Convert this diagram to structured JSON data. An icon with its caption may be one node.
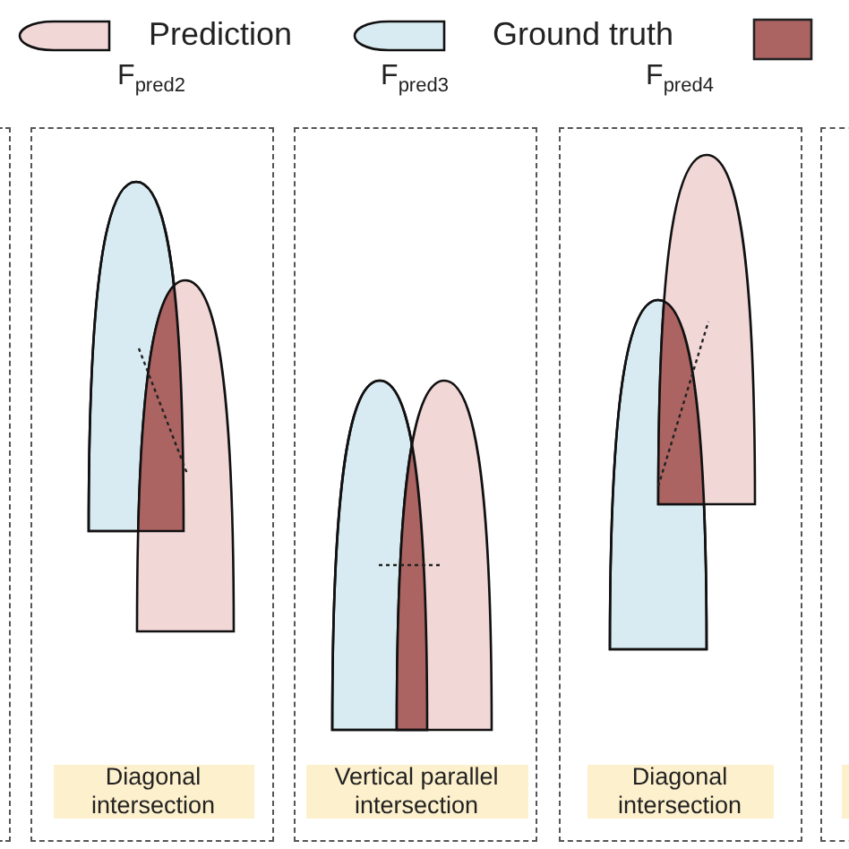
{
  "diagram": {
    "nodes": [
      {
        "text": [],
        "shape": "box"
      },
      {
        "text": [
          "F$_{pred2}$"
        ]
      },
      {
        "text": [
          "Diagonal intersection"
        ],
        "in": 1
      },
      {
        "text": [
          "F$_{pred3}$"
        ]
      },
      {
        "text": [
          "Vertical parallel intersection"
        ],
        "in": 3
      },
      {
        "text": [
          "F$_{pred4}$"
        ]
      },
      {
        "text": [
          "Diagonal intersection"
        ],
        "in": 5
      },
      {
        "text": [],
        "shape": "box"
      },
      {
        "text": [],
        "shape": "box",
        "in": 7
      }
    ],
    "legend": [
      {
        "text": "Prediction"
      },
      {
        "text": "Ground truth"
      }
    ]
  }
}
